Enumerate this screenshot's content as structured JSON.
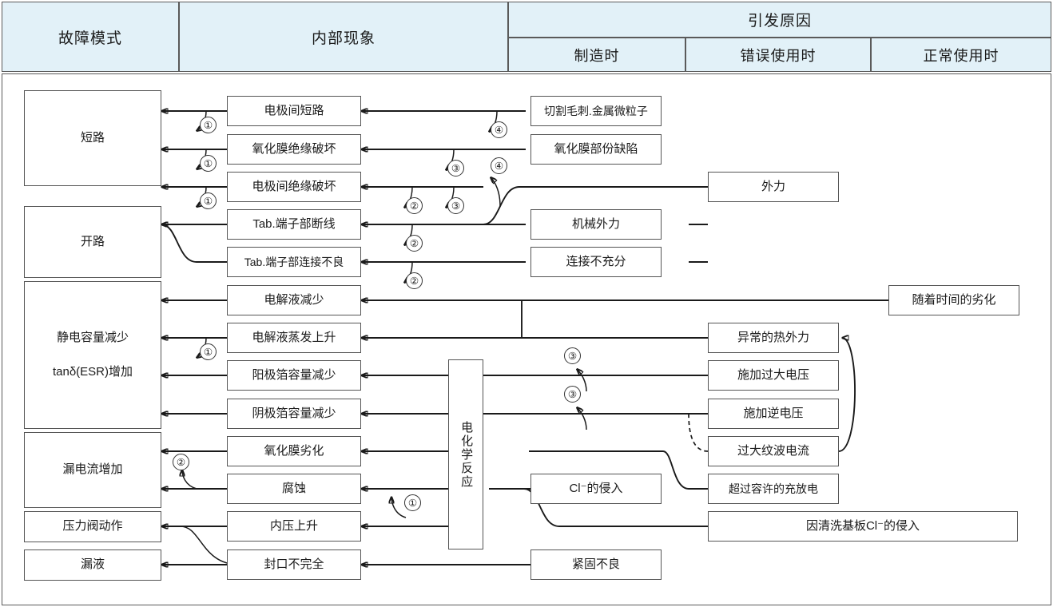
{
  "header": {
    "col_failure_mode": "故障模式",
    "col_internal": "内部现象",
    "col_cause": "引发原因",
    "sub_manufacturing": "制造时",
    "sub_misuse": "错误使用时",
    "sub_normal": "正常使用时"
  },
  "failure_modes": [
    {
      "label": "短路"
    },
    {
      "label": "开路"
    },
    {
      "label_line1": "静电容量减少",
      "label_line2": "tanδ(ESR)增加"
    },
    {
      "label": "漏电流增加"
    },
    {
      "label": "压力阀动作"
    },
    {
      "label": "漏液"
    }
  ],
  "internal_phenomena": [
    {
      "label": "电极间短路"
    },
    {
      "label": "氧化膜绝缘破坏"
    },
    {
      "label": "电极间绝缘破坏"
    },
    {
      "label": "Tab.端子部断线"
    },
    {
      "label": "Tab.端子部连接不良"
    },
    {
      "label": "电解液减少"
    },
    {
      "label": "电解液蒸发上升"
    },
    {
      "label": "阳极箔容量减少"
    },
    {
      "label": "阴极箔容量减少"
    },
    {
      "label": "氧化膜劣化"
    },
    {
      "label": "腐蚀"
    },
    {
      "label": "内压上升"
    },
    {
      "label": "封口不完全"
    }
  ],
  "reaction_node": {
    "label": "电化学反应"
  },
  "causes_manufacturing": [
    {
      "label": "切割毛刺.金属微粒子"
    },
    {
      "label": "氧化膜部份缺陷"
    },
    {
      "label": "机械外力"
    },
    {
      "label": "连接不充分"
    },
    {
      "label": "Cl⁻的侵入"
    }
  ],
  "causes_misuse": [
    {
      "label": "外力"
    },
    {
      "label": "异常的热外力"
    },
    {
      "label": "施加过大电压"
    },
    {
      "label": "施加逆电压"
    },
    {
      "label": "过大纹波电流"
    },
    {
      "label": "超过容许的充放电"
    },
    {
      "label": "因清洗基板Cl⁻的侵入"
    },
    {
      "label": "紧固不良"
    }
  ],
  "causes_normal": [
    {
      "label": "随着时间的劣化"
    }
  ],
  "markers": [
    {
      "id": "m1",
      "label": "①"
    },
    {
      "id": "m2",
      "label": "①"
    },
    {
      "id": "m3",
      "label": "①"
    },
    {
      "id": "m4",
      "label": "②"
    },
    {
      "id": "m5",
      "label": "②"
    },
    {
      "id": "m6",
      "label": "②"
    },
    {
      "id": "m7",
      "label": "③"
    },
    {
      "id": "m8",
      "label": "③"
    },
    {
      "id": "m9",
      "label": "④"
    },
    {
      "id": "m10",
      "label": "④"
    },
    {
      "id": "m11",
      "label": "①"
    },
    {
      "id": "m12",
      "label": "②"
    },
    {
      "id": "m13",
      "label": "③"
    },
    {
      "id": "m14",
      "label": "③"
    },
    {
      "id": "m15",
      "label": "①"
    }
  ],
  "colors": {
    "header_bg": "#e2f1f8",
    "border": "#555555",
    "line": "#1a1a1a",
    "text": "#1a1a1a"
  }
}
